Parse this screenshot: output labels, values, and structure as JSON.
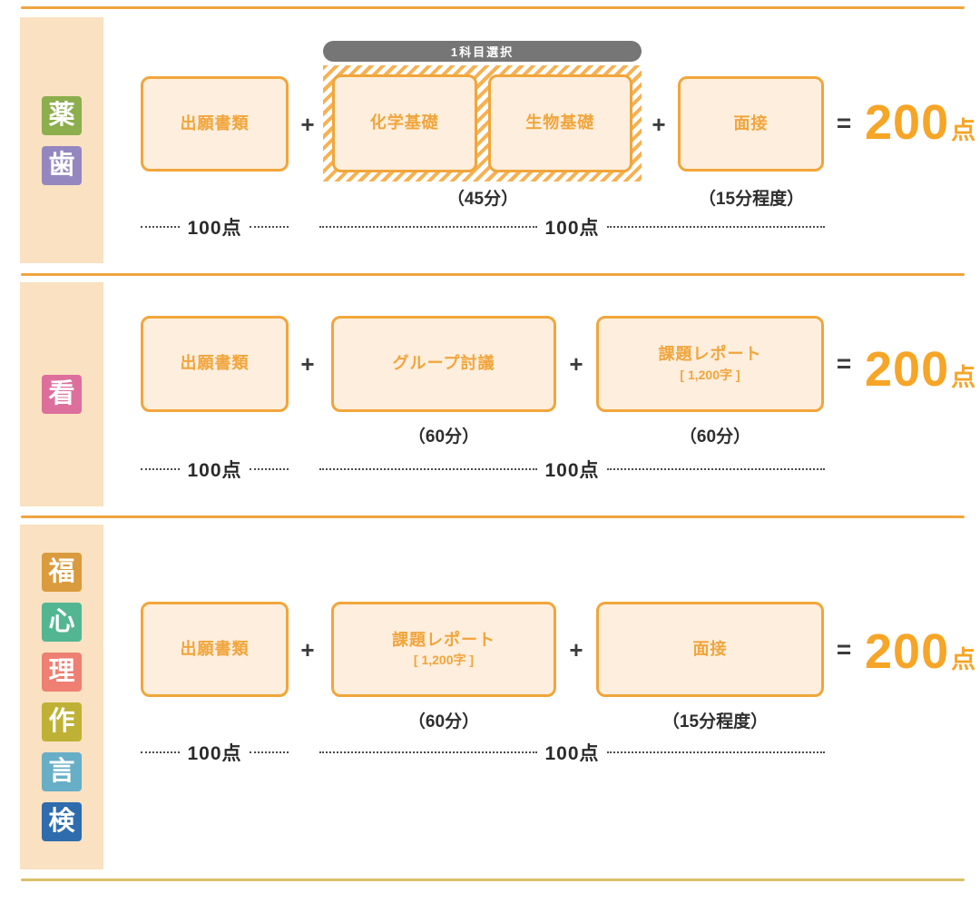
{
  "palette": {
    "divider_orange": "#f0a43f",
    "divider_gold_bottom": "#dcc069",
    "sidebar_bg": "#fae1c1",
    "box_border": "#f1a63b",
    "box_fill": "#fdeedd",
    "box_text": "#f1a53c",
    "total_text": "#f6a527",
    "pill_bg": "#767676",
    "hatch_stripe": "#f7b152",
    "score_text": "#2a2a2a"
  },
  "sections": {
    "pharm_dent": {
      "badges": [
        {
          "label": "薬",
          "color": "#8cae4d"
        },
        {
          "label": "歯",
          "color": "#9487c0"
        }
      ],
      "box_documents": "出願書類",
      "plus": "+",
      "choice_pill": "1科目選択",
      "choice_subject1": "化学基礎",
      "choice_subject2": "生物基礎",
      "choice_caption": "（45分）",
      "box_interview": "面接",
      "interview_caption": "（15分程度）",
      "equals": "=",
      "total_value": "200",
      "total_unit": "点",
      "score_documents": "100点",
      "score_exams": "100点"
    },
    "nursing": {
      "badges": [
        {
          "label": "看",
          "color": "#dd6f9d"
        }
      ],
      "box_documents": "出願書類",
      "plus": "+",
      "box_discussion": "グループ討議",
      "discussion_caption": "（60分）",
      "box_report": "課題レポート",
      "box_report_sub": "[ 1,200字 ]",
      "report_caption": "（60分）",
      "equals": "=",
      "total_value": "200",
      "total_unit": "点",
      "score_documents": "100点",
      "score_exams": "100点"
    },
    "welfare_group": {
      "badges": [
        {
          "label": "福",
          "color": "#d99b3e"
        },
        {
          "label": "心",
          "color": "#53b693"
        },
        {
          "label": "理",
          "color": "#ee7f72"
        },
        {
          "label": "作",
          "color": "#bfb135"
        },
        {
          "label": "言",
          "color": "#68aec6"
        },
        {
          "label": "検",
          "color": "#2e6cad"
        }
      ],
      "box_documents": "出願書類",
      "plus": "+",
      "box_report": "課題レポート",
      "box_report_sub": "[ 1,200字 ]",
      "report_caption": "（60分）",
      "box_interview": "面接",
      "interview_caption": "（15分程度）",
      "equals": "=",
      "total_value": "200",
      "total_unit": "点",
      "score_documents": "100点",
      "score_exams": "100点"
    }
  }
}
